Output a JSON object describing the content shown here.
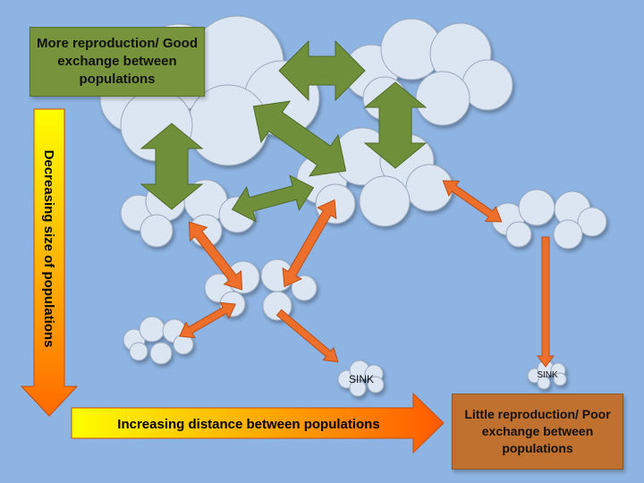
{
  "labels": {
    "good_exchange": "More reproduction/ Good exchange between populations",
    "poor_exchange": "Little reproduction/ Poor exchange between populations",
    "decreasing_size": "Decreasing size of populations",
    "increasing_distance": "Increasing  distance between populations",
    "sink_left": "SINK",
    "sink_right": "SINK"
  },
  "colors": {
    "background": "#8eb4e3",
    "cloud": "#dce6f2",
    "green_arrow": "#6f8f3a",
    "orange_arrow": "#ee6f2a",
    "good_box": "#77933c",
    "poor_box": "#c0702f"
  }
}
